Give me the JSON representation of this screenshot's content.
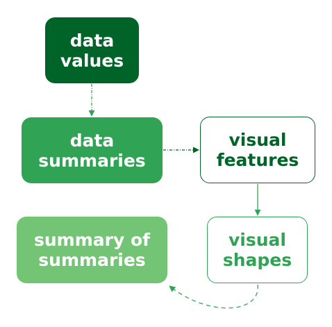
{
  "diagram": {
    "colors": {
      "dark_green": "#006428",
      "medium_green": "#31a354",
      "light_green": "#74c476",
      "white": "#ffffff"
    },
    "nodes": {
      "data_values": {
        "line1": "data",
        "line2": "values"
      },
      "data_summaries": {
        "line1": "data",
        "line2": "summaries"
      },
      "visual_features": {
        "line1": "visual",
        "line2": "features"
      },
      "visual_shapes": {
        "line1": "visual",
        "line2": "shapes"
      },
      "summary_of_summaries": {
        "line1": "summary of",
        "line2": "summaries"
      }
    },
    "edges": [
      {
        "from": "data values",
        "to": "data summaries",
        "style": "dash-dot",
        "color": "#31a354"
      },
      {
        "from": "data summaries",
        "to": "visual features",
        "style": "dash-dot",
        "color": "#006428"
      },
      {
        "from": "visual features",
        "to": "visual shapes",
        "style": "solid",
        "color": "#31a354"
      },
      {
        "from": "visual shapes",
        "to": "summary of summaries",
        "style": "dashed",
        "color": "#31a354"
      }
    ]
  }
}
